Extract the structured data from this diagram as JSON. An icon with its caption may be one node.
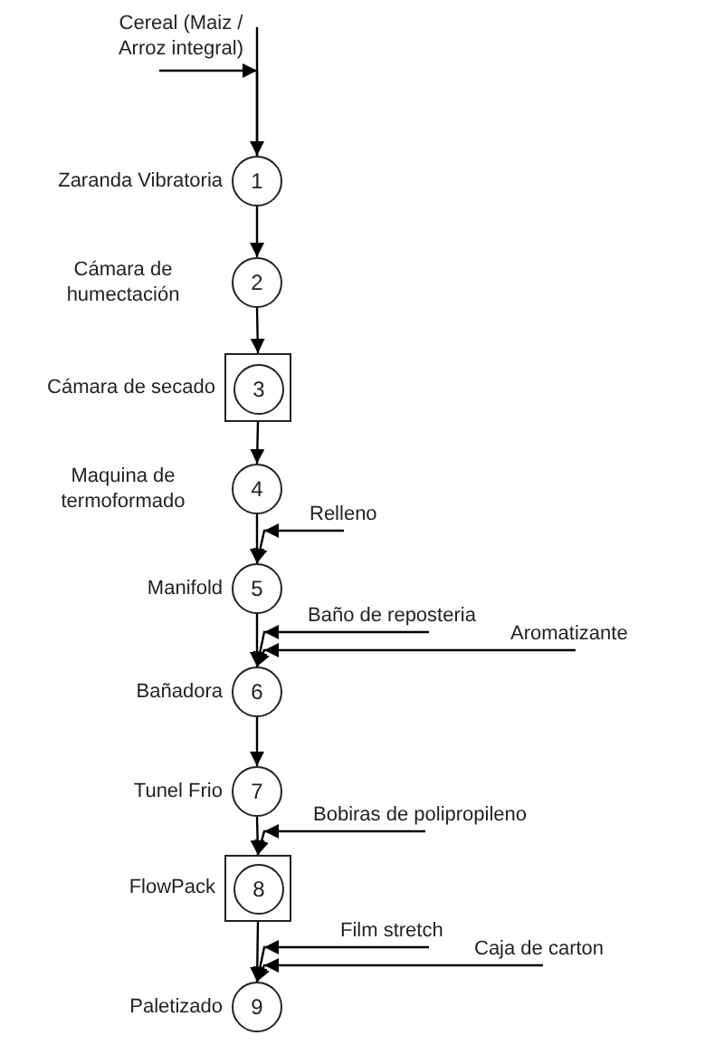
{
  "diagram": {
    "nodes": [
      {
        "text": [
          "1"
        ],
        "beside": [
          "Zaranda Vibratoria"
        ]
      },
      {
        "text": [
          "2"
        ],
        "beside": [
          "Cámara de humectación"
        ]
      },
      {
        "text": [],
        "shape": "box"
      },
      {
        "text": [
          "3"
        ],
        "in": 2,
        "beside": [
          "Cámara de secado"
        ]
      },
      {
        "text": [
          "4"
        ],
        "beside": [
          "Maquina de termoformado"
        ]
      },
      {
        "text": [
          "5"
        ],
        "beside": [
          "Manifold"
        ]
      },
      {
        "text": [
          "6"
        ],
        "beside": [
          "Bañadora"
        ]
      },
      {
        "text": [
          "7"
        ],
        "beside": [
          "Tunel Frio"
        ]
      },
      {
        "text": [],
        "shape": "box"
      },
      {
        "text": [
          "8"
        ],
        "in": 8,
        "beside": [
          "FlowPack"
        ]
      },
      {
        "text": [
          "9"
        ],
        "beside": [
          "Paletizado"
        ]
      }
    ],
    "edges": [
      {
        "from": null,
        "to": 0,
        "arrow": "none"
      },
      {
        "from": null,
        "to": 0,
        "arrow": "to",
        "label": "Cereal (Maiz / Arroz integral)"
      },
      {
        "from": 0,
        "to": 1,
        "arrow": "to"
      },
      {
        "from": 1,
        "to": 2,
        "arrow": "to"
      },
      {
        "from": 2,
        "to": 4,
        "arrow": "to"
      },
      {
        "from": 4,
        "to": 5,
        "arrow": "to"
      },
      {
        "from": null,
        "to": 5,
        "arrow": "to",
        "label": "Relleno"
      },
      {
        "from": 5,
        "to": 6,
        "arrow": "to"
      },
      {
        "from": null,
        "to": 6,
        "arrow": "to",
        "label": "Baño de reposteria"
      },
      {
        "from": null,
        "to": 6,
        "arrow": "to",
        "label": "Aromatizante"
      },
      {
        "from": 6,
        "to": 7,
        "arrow": "to"
      },
      {
        "from": 7,
        "to": 8,
        "arrow": "to"
      },
      {
        "from": null,
        "to": 8,
        "arrow": "to",
        "label": "Bobiras de polipropileno"
      },
      {
        "from": 8,
        "to": 10,
        "arrow": "to"
      },
      {
        "from": null,
        "to": 10,
        "arrow": "to",
        "label": "Film stretch"
      },
      {
        "from": null,
        "to": 10,
        "arrow": "to",
        "label": "Caja de carton"
      }
    ]
  }
}
